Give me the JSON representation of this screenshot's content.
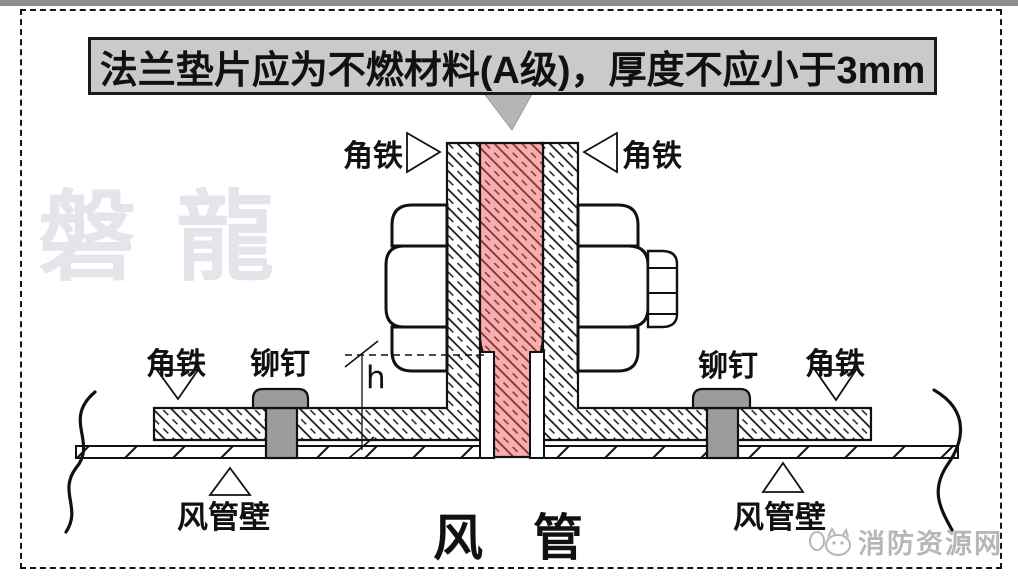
{
  "banner": {
    "text": "法兰垫片应为不燃材料(A级)，厚度不应小于3mm"
  },
  "labels": {
    "angle_iron": "角铁",
    "rivet": "铆钉",
    "duct_wall": "风管壁",
    "duct_title": "风　管",
    "height_dim": "h"
  },
  "watermark": "磐龍",
  "footer_logo": {
    "text": "消防资源网"
  },
  "colors": {
    "gasket_pink": "#f6aeae",
    "gasket_hatch_line": "#7e2a2a",
    "banner_bg": "#cacaca",
    "callout_gray": "#b5b5b5",
    "rivet_gray": "#9c9c9c",
    "steel_line": "#111111",
    "watermark_gray": "#e4e4ea",
    "logo_gray": "#b7b7b7"
  }
}
